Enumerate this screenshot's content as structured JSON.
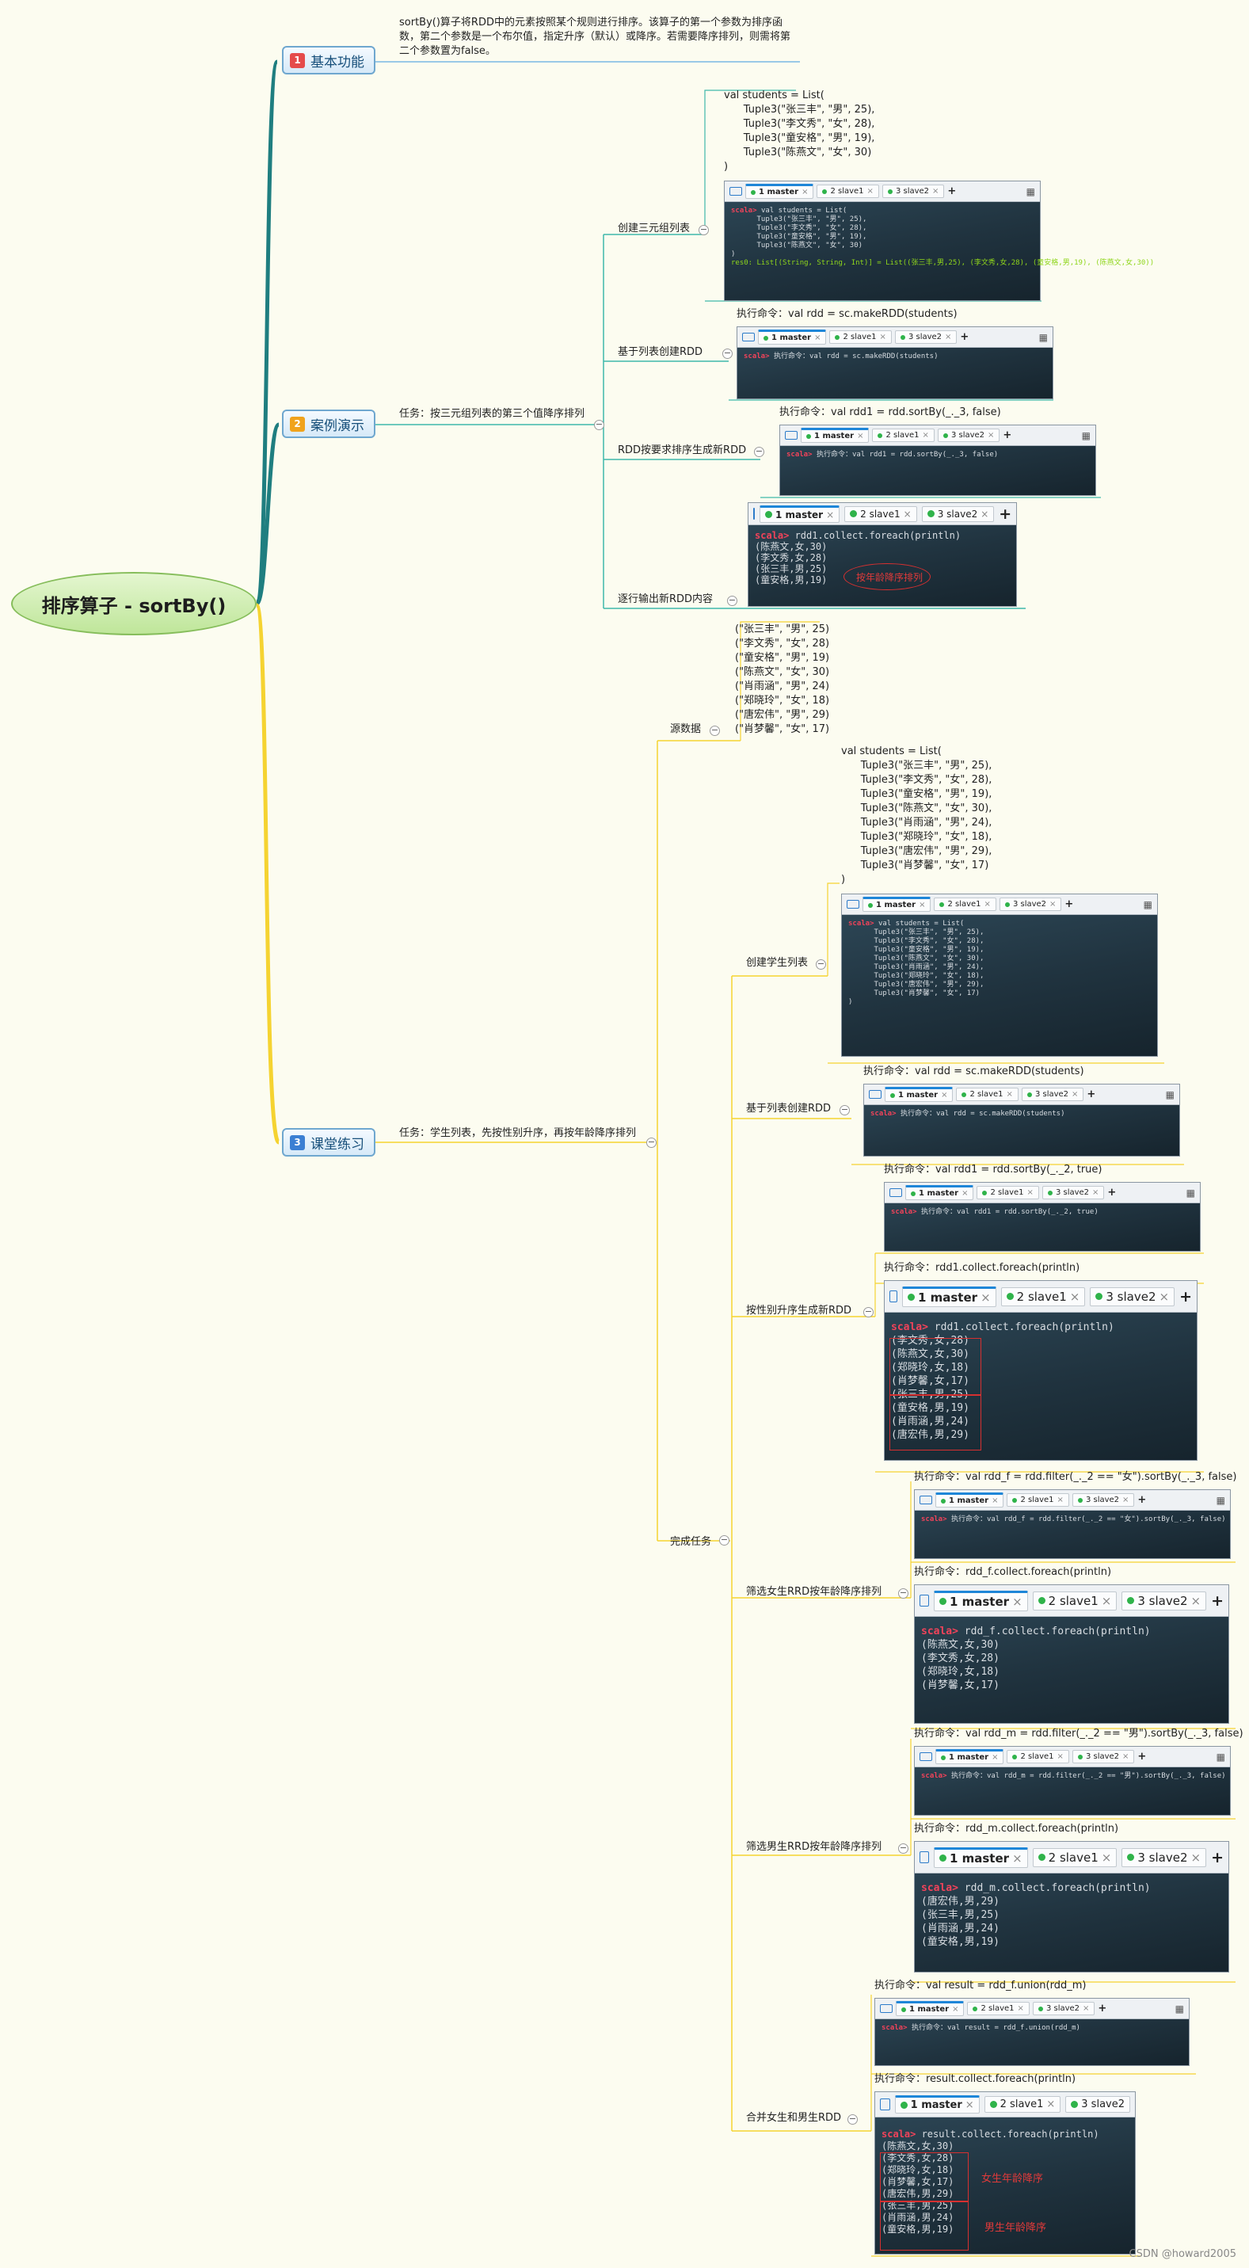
{
  "root": {
    "label": "排序算子 - sortBy()"
  },
  "branches": [
    {
      "num": "1",
      "label": "基本功能",
      "badge_color": "#e54b4b"
    },
    {
      "num": "2",
      "label": "案例演示",
      "badge_color": "#f0a31c"
    },
    {
      "num": "3",
      "label": "课堂练习",
      "badge_color": "#3b7fd3"
    }
  ],
  "basic": {
    "description": "sortBy()算子将RDD中的元素按照某个规则进行排序。该算子的第一个参数为排序函数，第二个参数是一个布尔值，指定升序（默认）或降序。若需要降序排列，则需将第二个参数置为false。"
  },
  "demo": {
    "task": "任务：按三元组列表的第三个值降序排列",
    "steps": [
      "创建三元组列表",
      "基于列表创建RDD",
      "RDD按要求排序生成新RDD",
      "逐行输出新RDD内容"
    ],
    "code_text": "val students = List(\n      Tuple3(\"张三丰\", \"男\", 25),\n      Tuple3(\"李文秀\", \"女\", 28),\n      Tuple3(\"童安格\", \"男\", 19),\n      Tuple3(\"陈燕文\", \"女\", 30)\n)",
    "cmd_rdd": "执行命令：val rdd = sc.makeRDD(students)",
    "cmd_sort": "执行命令：val rdd1 = rdd.sortBy(_._3, false)",
    "annotation": "按年龄降序排列"
  },
  "practice": {
    "task": "任务：学生列表，先按性别升序，再按年龄降序排列",
    "source_label": "源数据",
    "source_text": "(\"张三丰\", \"男\", 25)\n(\"李文秀\", \"女\", 28)\n(\"童安格\", \"男\", 19)\n(\"陈燕文\", \"女\", 30)\n(\"肖雨涵\", \"男\", 24)\n(\"郑晓玲\", \"女\", 18)\n(\"唐宏伟\", \"男\", 29)\n(\"肖梦馨\", \"女\", 17)",
    "complete_label": "完成任务",
    "steps": [
      "创建学生列表",
      "基于列表创建RDD",
      "按性别升序生成新RDD",
      "筛选女生RRD按年龄降序排列",
      "筛选男生RRD按年龄降序排列",
      "合并女生和男生RDD"
    ],
    "code_text": "val students = List(\n      Tuple3(\"张三丰\", \"男\", 25),\n      Tuple3(\"李文秀\", \"女\", 28),\n      Tuple3(\"童安格\", \"男\", 19),\n      Tuple3(\"陈燕文\", \"女\", 30),\n      Tuple3(\"肖雨涵\", \"男\", 24),\n      Tuple3(\"郑晓玲\", \"女\", 18),\n      Tuple3(\"唐宏伟\", \"男\", 29),\n      Tuple3(\"肖梦馨\", \"女\", 17)\n)",
    "cmd_rdd": "执行命令：val rdd = sc.makeRDD(students)",
    "cmd_sort": "执行命令：val rdd1 = rdd.sortBy(_._2, true)",
    "cmd_collect": "执行命令：rdd1.collect.foreach(println)",
    "cmd_filter_f": "执行命令：val rdd_f = rdd.filter(_._2 == \"女\").sortBy(_._3, false)",
    "cmd_collect_f": "执行命令：rdd_f.collect.foreach(println)",
    "cmd_filter_m": "执行命令：val rdd_m = rdd.filter(_._2 == \"男\").sortBy(_._3, false)",
    "cmd_collect_m": "执行命令：rdd_m.collect.foreach(println)",
    "cmd_union": "执行命令：val result = rdd_f.union(rdd_m)",
    "cmd_collect_r": "执行命令：result.collect.foreach(println)",
    "ann_female": "女生年龄降序",
    "ann_male": "男生年龄降序"
  },
  "terminal": {
    "tab1": "1 master",
    "tab2": "2 slave1",
    "tab3": "3 slave2",
    "prompt": "scala>",
    "res_type": "res0: List[(String, String, Int)] = List((张三丰,男,25), (李文秀,女,28), (童安格,男,19), (陈燕文,女,30))"
  },
  "watermark": "CSDN @howard2005"
}
